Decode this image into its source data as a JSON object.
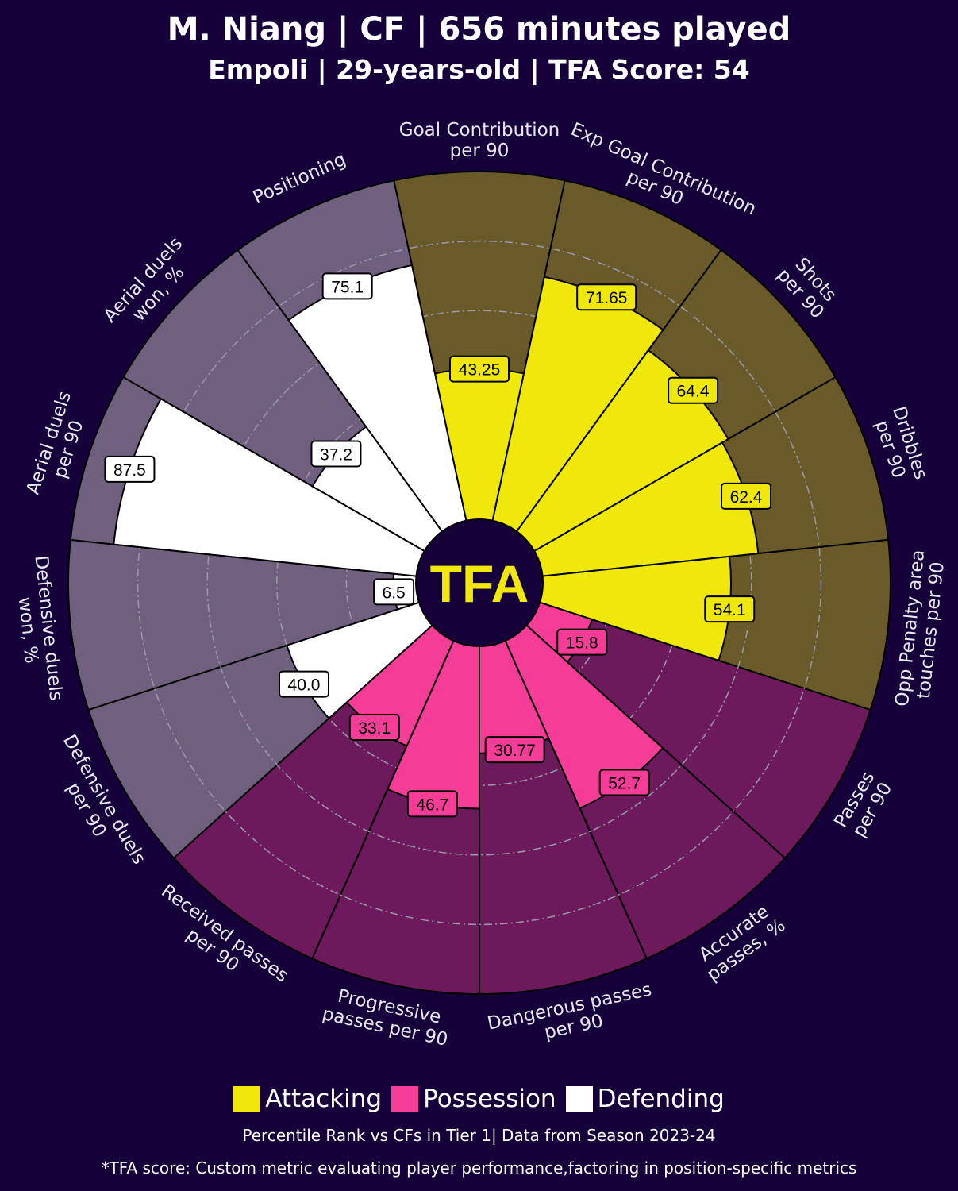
{
  "title": "M. Niang | CF | 656 minutes played",
  "subtitle": "Empoli | 29-years-old | TFA Score: 54",
  "logo_text": "TFA",
  "legend": [
    {
      "label": "Attacking",
      "color": "#f0e80a"
    },
    {
      "label": "Possession",
      "color": "#f53d97"
    },
    {
      "label": "Defending",
      "color": "#ffffff"
    }
  ],
  "footnote": "Percentile Rank vs CFs in Tier 1| Data from Season 2023-24",
  "footnote2": "*TFA score: Custom metric evaluating player performance,factoring in position-specific metrics",
  "chart_data": {
    "type": "pizza",
    "range": [
      0,
      100
    ],
    "gridlines": [
      20,
      40,
      60,
      80
    ],
    "category_colors": {
      "Attacking": {
        "fill": "#f0e80a",
        "bg": "#6b5a29"
      },
      "Possession": {
        "fill": "#f53d97",
        "bg": "#6c1a5c"
      },
      "Defending": {
        "fill": "#ffffff",
        "bg": "#6f6080"
      }
    },
    "params": [
      {
        "label": "Goal Contribution\nper 90",
        "value": "43.25",
        "category": "Attacking"
      },
      {
        "label": "Exp Goal Contribution\nper 90",
        "value": "71.65",
        "category": "Attacking"
      },
      {
        "label": "Shots\nper 90",
        "value": "64.4",
        "category": "Attacking"
      },
      {
        "label": "Dribbles\nper 90",
        "value": "62.4",
        "category": "Attacking"
      },
      {
        "label": "Opp Penalty area\ntouches per 90",
        "value": "54.1",
        "category": "Attacking"
      },
      {
        "label": "Passes\nper 90",
        "value": "15.8",
        "category": "Possession"
      },
      {
        "label": "Accurate\npasses, %",
        "value": "52.7",
        "category": "Possession"
      },
      {
        "label": "Dangerous passes\nper 90",
        "value": "30.77",
        "category": "Possession"
      },
      {
        "label": "Progressive\npasses per 90",
        "value": "46.7",
        "category": "Possession"
      },
      {
        "label": "Received passes\nper 90",
        "value": "33.1",
        "category": "Possession"
      },
      {
        "label": "Defensive duels\nper 90",
        "value": "40.0",
        "category": "Defending"
      },
      {
        "label": "Defensive duels\nwon, %",
        "value": "6.5",
        "category": "Defending"
      },
      {
        "label": "Aerial duels\nper 90",
        "value": "87.5",
        "category": "Defending"
      },
      {
        "label": "Aerial duels\nwon, %",
        "value": "37.2",
        "category": "Defending"
      },
      {
        "label": "Positioning",
        "value": "75.1",
        "category": "Defending"
      }
    ]
  }
}
